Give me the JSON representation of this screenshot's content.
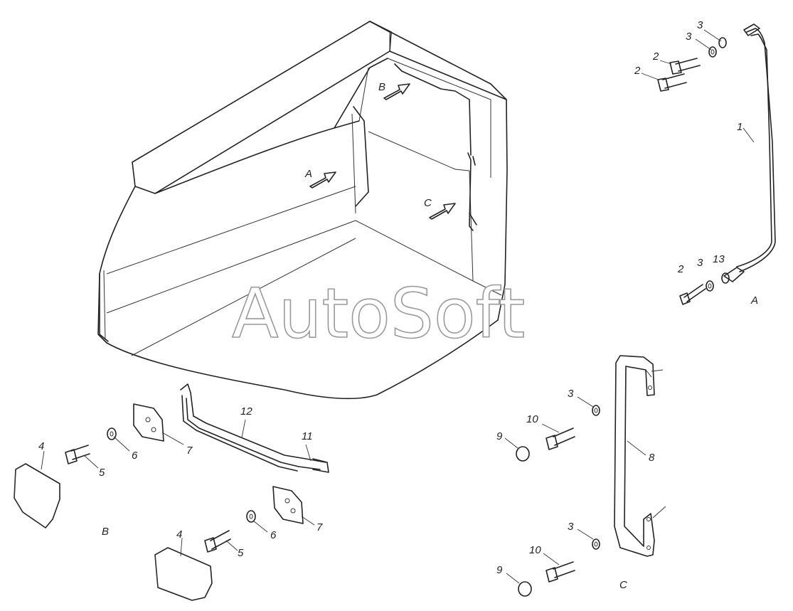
{
  "watermark": "AutoSoft",
  "callouts": {
    "A": "A",
    "B": "B",
    "C": "C"
  },
  "views": {
    "A": "A",
    "B": "B",
    "C": "C"
  },
  "parts": {
    "p1": "1",
    "p2": "2",
    "p3": "3",
    "p4": "4",
    "p5": "5",
    "p6": "6",
    "p7": "7",
    "p8": "8",
    "p9": "9",
    "p10": "10",
    "p11": "11",
    "p12": "12",
    "p13": "13"
  }
}
